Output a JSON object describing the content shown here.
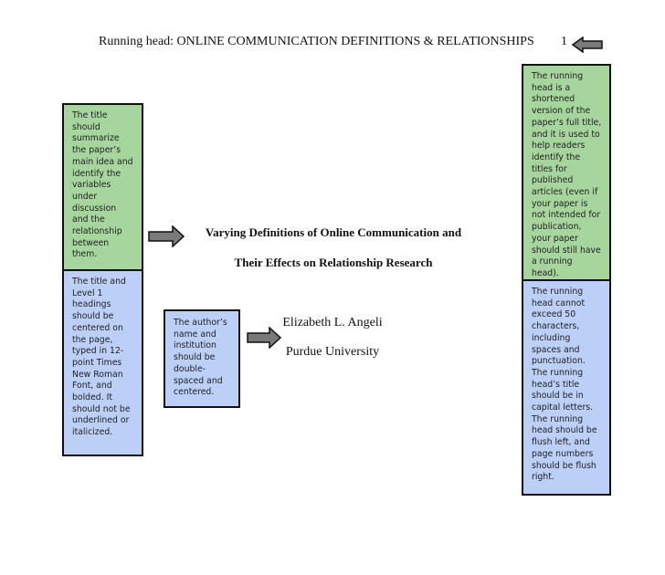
{
  "header": {
    "running_head": "Running head: ONLINE COMMUNICATION DEFINITIONS & RELATIONSHIPS",
    "page_number": "1"
  },
  "title": {
    "line1": "Varying Definitions of Online Communication and",
    "line2": "Their Effects on Relationship Research"
  },
  "byline": {
    "author": "Elizabeth L. Angeli",
    "institution": "Purdue University"
  },
  "notes": {
    "title_note": "The title should summarize the paper’s main idea and identify the variables under discussion and the relationship between them.",
    "headings_note": "The title and Level 1 headings should be centered on the page, typed in 12-point Times New Roman Font, and bolded. It should not be underlined or italicized.",
    "author_note": "The author’s name and institution should be double-spaced and centered.",
    "running_head_note": "The running head is a shortened version of the paper’s full title, and it is used to help readers identify the titles for published articles (even if your paper is not intended for publication, your paper should still have a running head).",
    "running_head_limits_note": "The running head cannot exceed 50 characters, including spaces and punctuation. The running head’s title should be in capital letters. The running head should be flush left, and page numbers should be flush right."
  },
  "colors": {
    "green_note": "#a6d59e",
    "blue_note": "#bccff6",
    "arrow_fill": "#7a7a7a"
  },
  "icons": {
    "header_arrow": "arrow-left-icon",
    "title_arrow": "arrow-right-icon",
    "author_arrow": "arrow-right-icon"
  }
}
